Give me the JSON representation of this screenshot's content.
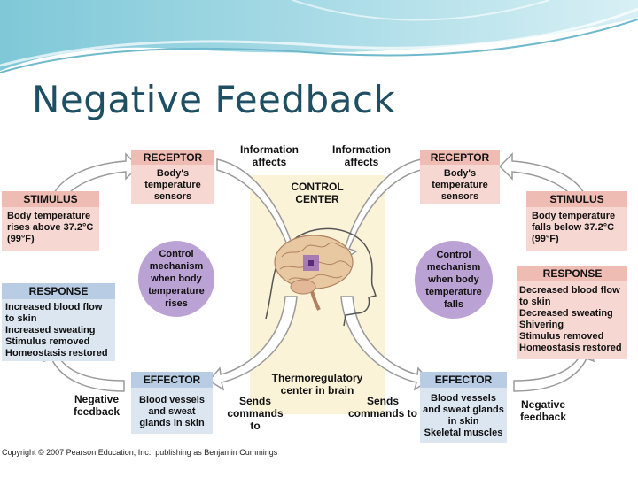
{
  "slide": {
    "title": "Negative Feedback",
    "copyright": "Copyright © 2007 Pearson Education, Inc., publishing as Benjamin Cummings"
  },
  "diagram": {
    "left": {
      "receptor_header": "RECEPTOR",
      "receptor_body": "Body's temperature sensors",
      "stimulus_header": "STIMULUS",
      "stimulus_body": "Body temperature rises above 37.2°C (99°F)",
      "control": "Control mechanism when body temperature rises",
      "response_header": "RESPONSE",
      "response_lines": [
        "Increased blood flow",
        "to skin",
        "Increased sweating",
        "Stimulus removed",
        "Homeostasis restored"
      ],
      "effector_header": "EFFECTOR",
      "effector_body": "Blood vessels and sweat glands in skin",
      "feedback_label": "Negative feedback",
      "info_label": "Information affects",
      "sends_label": "Sends commands to"
    },
    "right": {
      "receptor_header": "RECEPTOR",
      "receptor_body": "Body's temperature sensors",
      "stimulus_header": "STIMULUS",
      "stimulus_body": "Body temperature falls below 37.2°C (99°F)",
      "control": "Control mechanism when body temperature falls",
      "response_header": "RESPONSE",
      "response_lines": [
        "Decreased blood flow",
        "to skin",
        "Decreased sweating",
        "Shivering",
        "Stimulus removed",
        "Homeostasis restored"
      ],
      "effector_header": "EFFECTOR",
      "effector_body_lines": [
        "Blood vessels",
        "and sweat glands",
        "in skin",
        "Skeletal muscles"
      ],
      "feedback_label": "Negative feedback",
      "info_label": "Information affects",
      "sends_label": "Sends commands to"
    },
    "center": {
      "control_center": "CONTROL CENTER",
      "thermo_label": "Thermoregulatory center in brain"
    }
  },
  "colors": {
    "title": "#1f4f63",
    "pink_box": "#f6d7d2",
    "pink_header": "#efbcb3",
    "blue_box": "#dbe6f1",
    "blue_header": "#b8cde3",
    "control_circle": "#bba2d4"
  }
}
